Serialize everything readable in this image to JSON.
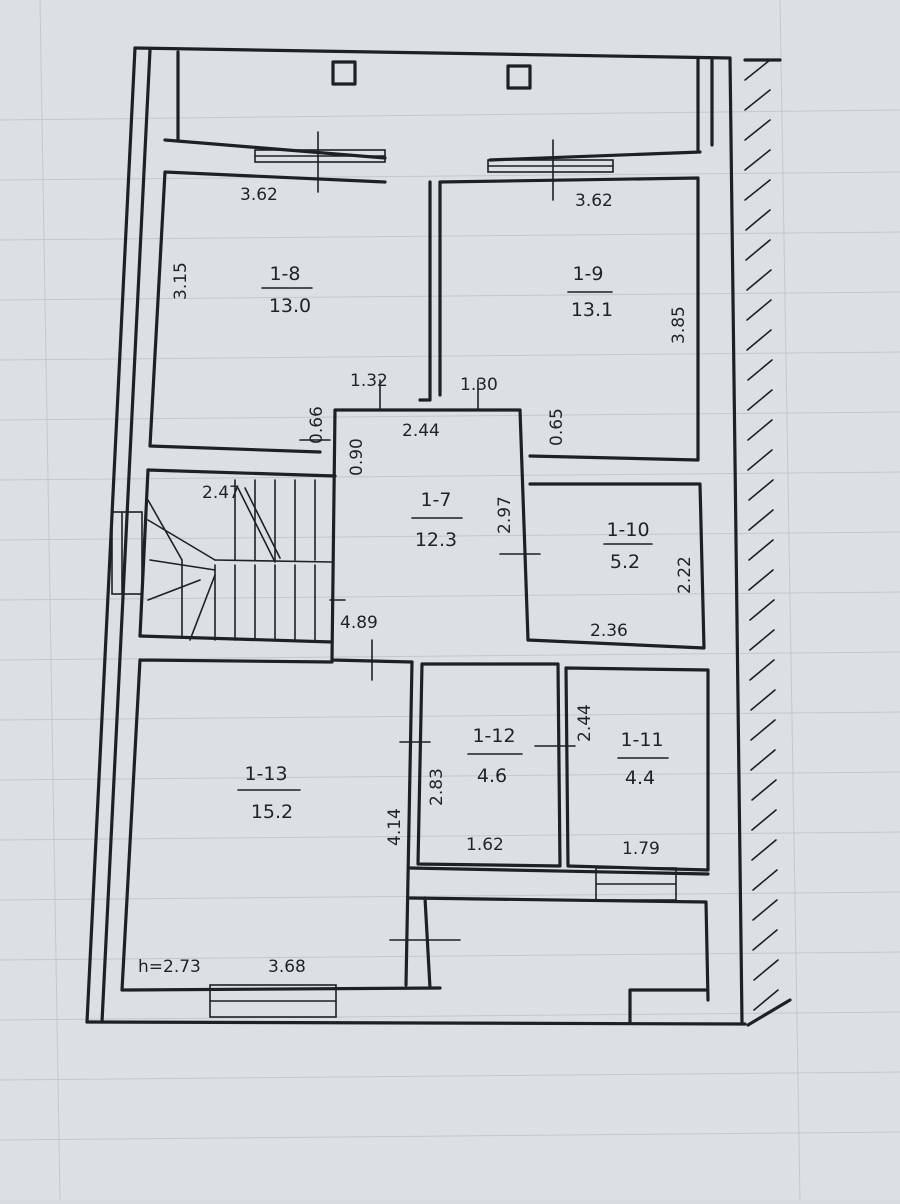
{
  "rooms": [
    {
      "id": "1-8",
      "number": "1-8",
      "area": "13.0"
    },
    {
      "id": "1-9",
      "number": "1-9",
      "area": "13.1"
    },
    {
      "id": "1-7",
      "number": "1-7",
      "area": "12.3"
    },
    {
      "id": "1-10",
      "number": "1-10",
      "area": "5.2"
    },
    {
      "id": "1-12",
      "number": "1-12",
      "area": "4.6"
    },
    {
      "id": "1-11",
      "number": "1-11",
      "area": "4.4"
    },
    {
      "id": "1-13",
      "number": "1-13",
      "area": "15.2"
    }
  ],
  "dimensions": {
    "r8_width": "3.62",
    "r8_height": "3.15",
    "r9_width": "3.62",
    "r9_height": "3.85",
    "r8_door": "1.32",
    "r9_door": "1.30",
    "left_jamb": "0.66",
    "right_jamb": "0.65",
    "hall_top": "2.44",
    "hall_jamb": "0.90",
    "hall_depth": "2.97",
    "stair_width": "2.47",
    "hall_bottom": "4.89",
    "r10_width": "2.36",
    "r10_height": "2.22",
    "r12_height": "2.83",
    "r12_width": "1.62",
    "r11_height": "2.44",
    "r11_width": "1.79",
    "r13_height": "4.14",
    "r13_width": "3.68"
  },
  "ceiling_height": "h=2.73"
}
